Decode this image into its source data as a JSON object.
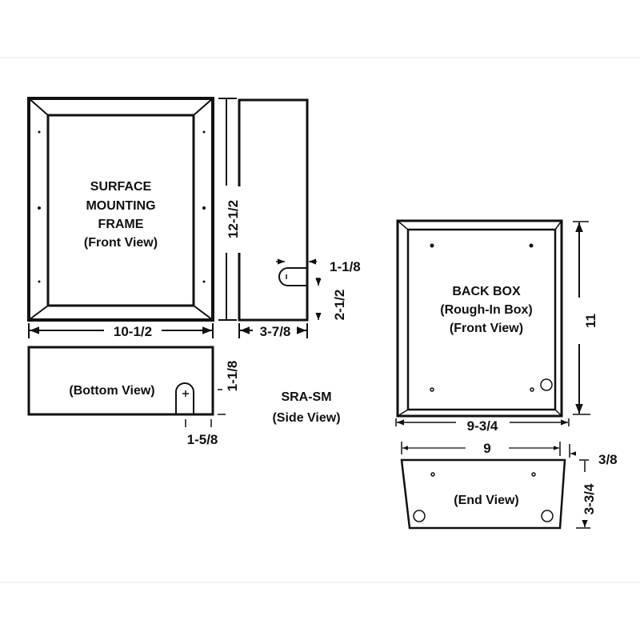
{
  "frame_front": {
    "lines": [
      "SURFACE",
      "MOUNTING",
      "FRAME",
      "(Front View)"
    ]
  },
  "frame_dims": {
    "height": "12-1/2",
    "width": "10-1/2",
    "depth": "3-7/8",
    "slot_width": "1-1/8",
    "slot_height": "2-1/2"
  },
  "bottom_view": {
    "label": "(Bottom View)",
    "slot_height": "1-1/8",
    "slot_offset": "1-5/8"
  },
  "model": {
    "name": "SRA-SM",
    "side_label": "(Side View)"
  },
  "back_box": {
    "lines": [
      "BACK BOX",
      "(Rough-In Box)",
      "(Front View)"
    ],
    "height": "11",
    "width": "9-3/4"
  },
  "end_view": {
    "label": "(End View)",
    "width": "9",
    "lip": "3/8",
    "depth": "3-3/4"
  }
}
